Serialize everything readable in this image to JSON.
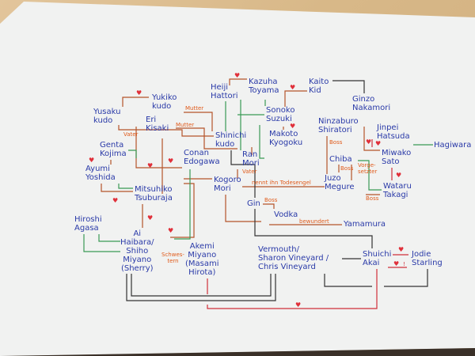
{
  "diagram": {
    "title": "Detective Conan character relationship map (hand-drawn)",
    "colors": {
      "paper": "#f2f3f2",
      "table": "#d8b888",
      "names": "#2a3aa8",
      "annotations": "#e05a1a",
      "love": "#d0303a",
      "family": "#b5542a",
      "friends": "#3a9a55",
      "other": "#333333"
    },
    "people": {
      "yusaku": "Yusaku\nkudo",
      "yukiko": "Yukiko\nkudo",
      "eri": "Eri\nKisaki",
      "heiji": "Heiji\nHattori",
      "kazuha": "Kazuha\nToyama",
      "sonoko": "Sonoko\nSuzuki",
      "makoto": "Makoto\nKyogoku",
      "kaito": "Kaito\nKid",
      "ginzo": "Ginzo\nNakamori",
      "shinichi": "Shinichi\nkudo",
      "ran": "Ran\nMori",
      "conan": "Conan\nEdogawa",
      "kogoro": "Kogoro\nMori",
      "genta": "Genta\nKojima",
      "ayumi": "Ayumi\nYoshida",
      "mitsuhiko": "Mitsuhiko\nTsuburaja",
      "ninzaburo": "Ninzaburo\nShiratori",
      "jinpei": "Jinpei\nHatsuda",
      "hagiwara": "Hagiwara",
      "chiba": "Chiba",
      "juzo": "Juzo\nMegure",
      "miwako": "Miwako\nSato",
      "wataru": "Wataru\nTakagi",
      "gin": "Gin",
      "vodka": "Vodka",
      "yamamura": "Yamamura",
      "hiroshi": "Hiroshi\nAgasa",
      "ai": "Ai\nHaibara/\nShiho\nMiyano\n(Sherry)",
      "akemi": "Akemi\nMiyano\n(Masami\nHirota)",
      "vermouth": "Vermouth/\nSharon Vineyard /\nChris Vineyard",
      "shuichi": "Shuichi\nAkai",
      "jodie": "Jodie\nStarling"
    },
    "annotations": {
      "mutter1": "Mutter",
      "mutter2": "Mutter",
      "vater1": "Vater",
      "vater2": "Vater",
      "boss1": "Boss",
      "boss2": "Boss",
      "boss3": "Boss",
      "boss4": "Boss",
      "vorgesetzter": "Vorge-\nsetzter",
      "schwestern": "Schwes-\ntern",
      "nennt": "nennt ihn Todesengel",
      "bewundert": "bewundert",
      "exclaim": "!"
    },
    "heart_symbol": "♥"
  }
}
